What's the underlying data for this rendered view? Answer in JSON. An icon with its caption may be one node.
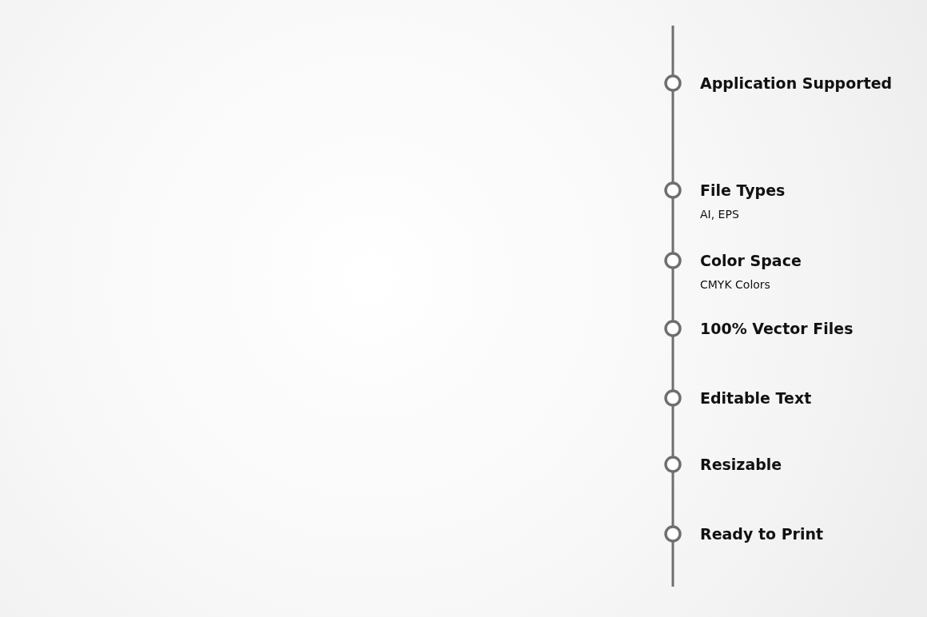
{
  "diagram": {
    "labels": [
      "Application Supported",
      "File Types",
      "AI, EPS",
      "Color Space",
      "CMYK Colors",
      "100% Vector Files",
      "Editable Text",
      "Resizable",
      "Ready to Print"
    ]
  }
}
